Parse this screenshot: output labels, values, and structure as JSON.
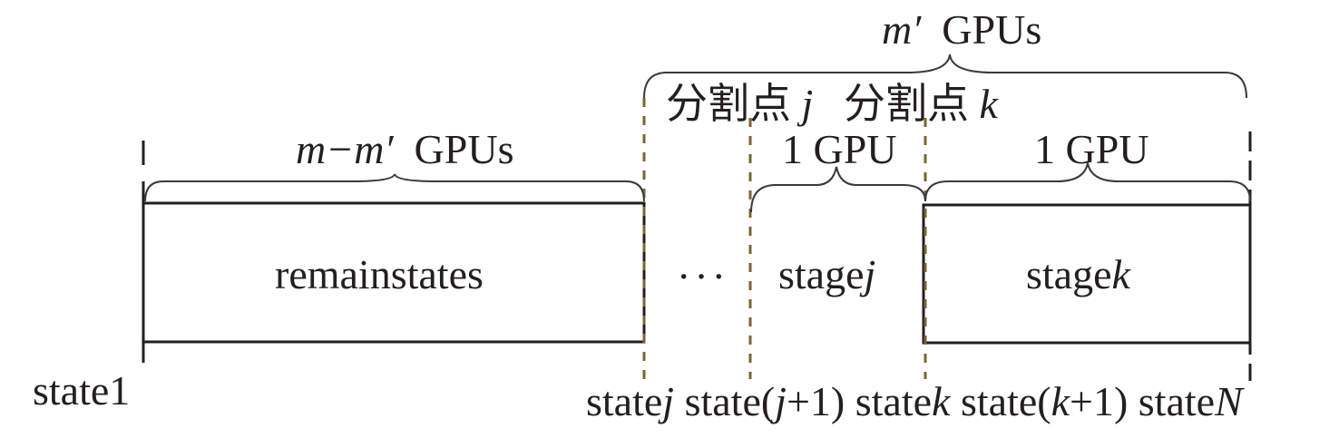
{
  "diagram": {
    "colors": {
      "line": "#231f20",
      "brace": "#3a3a3a",
      "split_dash": "#7a6535"
    },
    "top_brace_label": {
      "var": "m′",
      "text": "GPUs"
    },
    "left_brace_label": {
      "var": "m−m′",
      "text": "GPUs"
    },
    "split_labels": [
      {
        "text": "分割点",
        "var": "j"
      },
      {
        "text": "分割点",
        "var": "k"
      }
    ],
    "stage_j_brace_label": "1 GPU",
    "stage_k_brace_label": "1 GPU",
    "blocks": {
      "remain": "remainstates",
      "ellipsis": "···",
      "stage_j": {
        "text": "stage",
        "var": "j"
      },
      "stage_k": {
        "text": "stage",
        "var": "k"
      }
    },
    "state_labels": {
      "state1": "state1",
      "statej": {
        "text": "state",
        "var": "j"
      },
      "statej1": {
        "pre": "state(",
        "var": "j",
        "post": "+1)"
      },
      "statek": {
        "text": "state",
        "var": "k"
      },
      "statek1": {
        "pre": "state(",
        "var": "k",
        "post": "+1)"
      },
      "stateN": {
        "text": "state",
        "var": "N"
      }
    }
  }
}
